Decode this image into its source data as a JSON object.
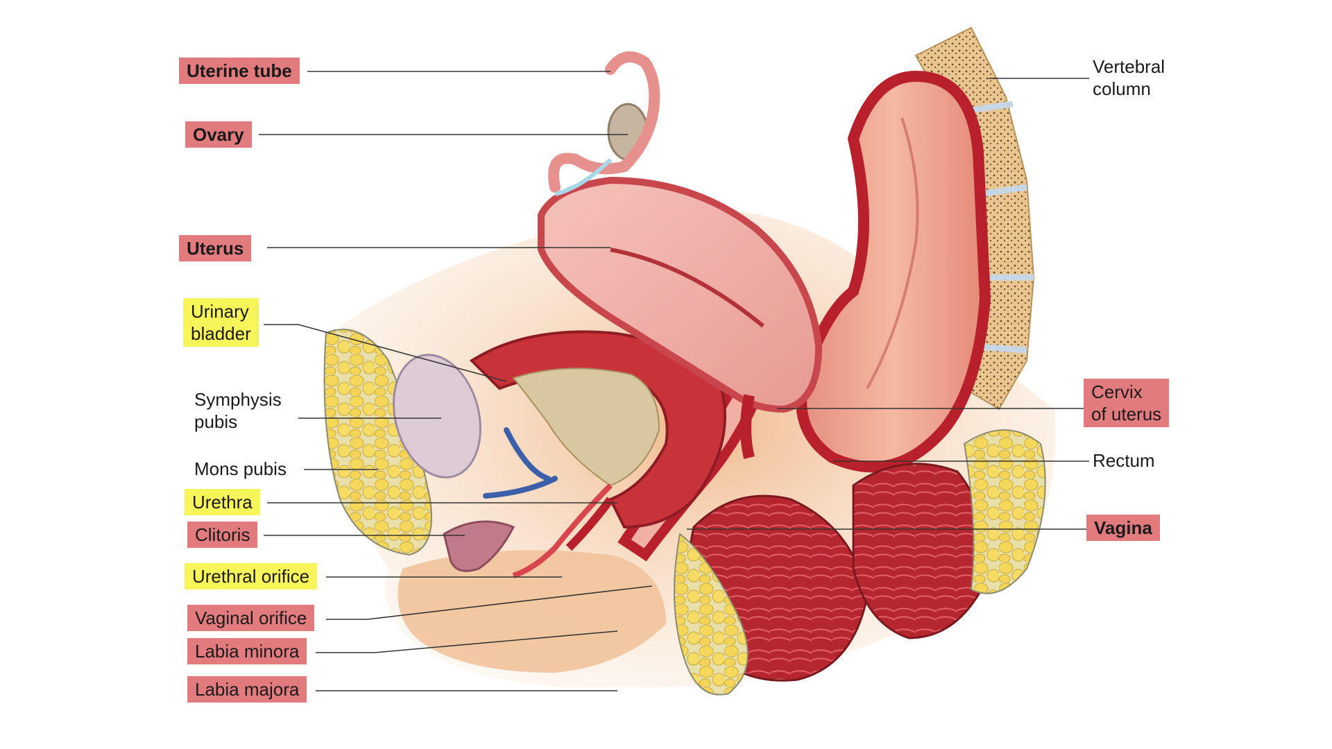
{
  "labels": {
    "uterine_tube": "Uterine tube",
    "ovary": "Ovary",
    "uterus": "Uterus",
    "urinary_bladder_1": "Urinary",
    "urinary_bladder_2": "bladder",
    "symphysis_pubis_1": "Symphysis",
    "symphysis_pubis_2": "pubis",
    "mons_pubis": "Mons pubis",
    "urethra": "Urethra",
    "clitoris": "Clitoris",
    "urethral_orifice": "Urethral orifice",
    "vaginal_orifice": "Vaginal orifice",
    "labia_minora": "Labia minora",
    "labia_majora": "Labia majora",
    "vertebral_column_1": "Vertebral",
    "vertebral_column_2": "column",
    "cervix_of_uterus_1": "Cervix",
    "cervix_of_uterus_2": "of uterus",
    "rectum": "Rectum",
    "vagina": "Vagina"
  },
  "colors": {
    "highlight_red": "#e27b7d",
    "highlight_yellow": "#f7f55a",
    "muscle": "#c8333a",
    "muscle_dark": "#9e1e28",
    "tissue_pink": "#f2b8ae",
    "skin": "#f3c79e",
    "fat": "#f6dc6a",
    "bone": "#e9c590"
  }
}
